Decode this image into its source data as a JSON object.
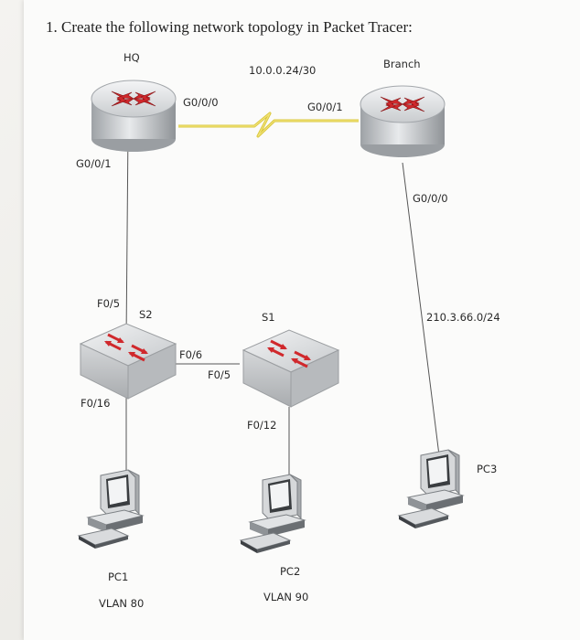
{
  "question": "1. Create the following network topology in Packet Tracer:",
  "devices": {
    "hq": "HQ",
    "branch": "Branch",
    "s1": "S1",
    "s2": "S2",
    "pc1": "PC1",
    "pc2": "PC2",
    "pc3": "PC3"
  },
  "networks": {
    "wan": "10.0.0.24/30",
    "branch_lan": "210.3.66.0/24"
  },
  "interfaces": {
    "hq_g000": "G0/0/0",
    "hq_g001": "G0/0/1",
    "branch_g001": "G0/0/1",
    "branch_g000": "G0/0/0",
    "s2_f05": "F0/5",
    "s2_f06": "F0/6",
    "s2_f016": "F0/16",
    "s1_f05": "F0/5",
    "s1_f012": "F0/12"
  },
  "vlans": {
    "pc1": "VLAN 80",
    "pc2": "VLAN 90"
  },
  "colors": {
    "router_red": "#d0282c",
    "serial_link": "#e6d34a",
    "cable": "#555555"
  }
}
